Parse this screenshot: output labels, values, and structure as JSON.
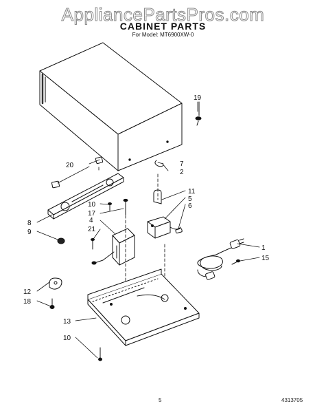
{
  "watermark": "AppliancePartsPros.com",
  "title": "CABINET PARTS",
  "model": "For Model: MT6900XW-0",
  "page_number": "5",
  "figure_number": "4313705",
  "callouts": {
    "c19": "19",
    "c20": "20",
    "c7": "7",
    "c2": "2",
    "c11": "11",
    "c5": "5",
    "c6": "6",
    "c10a": "10",
    "c17": "17",
    "c8": "8",
    "c9": "9",
    "c4": "4",
    "c21": "21",
    "c1": "1",
    "c15": "15",
    "c12": "12",
    "c18": "18",
    "c13": "13",
    "c10b": "10"
  }
}
